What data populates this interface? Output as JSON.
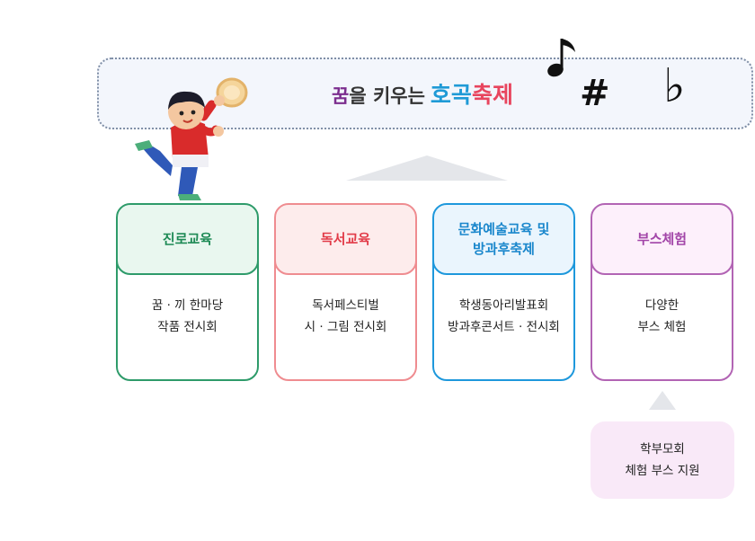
{
  "banner": {
    "title_parts": [
      {
        "text": "꿈",
        "color": "#7b2d8e"
      },
      {
        "text": "을 키우는",
        "color": "#333333"
      },
      {
        "text": "호곡",
        "color": "#1f9ad6"
      },
      {
        "text": "축제",
        "color": "#e8455e"
      }
    ]
  },
  "music_symbols": {
    "note": "♪",
    "sharp": "#",
    "flat": "♭"
  },
  "cards": [
    {
      "title_lines": [
        "진로교육"
      ],
      "body_lines": [
        "꿈 · 끼 한마당",
        "작품 전시회"
      ],
      "border_color": "#2e9b6a",
      "head_bg": "#e9f7ef",
      "title_color": "#1e8a55"
    },
    {
      "title_lines": [
        "독서교육"
      ],
      "body_lines": [
        "독서페스티벌",
        "시 · 그림 전시회"
      ],
      "border_color": "#ef8c90",
      "head_bg": "#fdecec",
      "title_color": "#e23b48"
    },
    {
      "title_lines": [
        "문화예술교육 및",
        "방과후축제"
      ],
      "body_lines": [
        "학생동아리발표회",
        "방과후콘서트 · 전시회"
      ],
      "border_color": "#1e98dc",
      "head_bg": "#eaf5fd",
      "title_color": "#1a87cc"
    },
    {
      "title_lines": [
        "부스체험"
      ],
      "body_lines": [
        "다양한",
        "부스 체험"
      ],
      "border_color": "#b264b4",
      "head_bg": "#fdf0fb",
      "title_color": "#a245a8"
    }
  ],
  "extra_box": {
    "lines": [
      "학부모회",
      "체험 부스 지원"
    ]
  }
}
